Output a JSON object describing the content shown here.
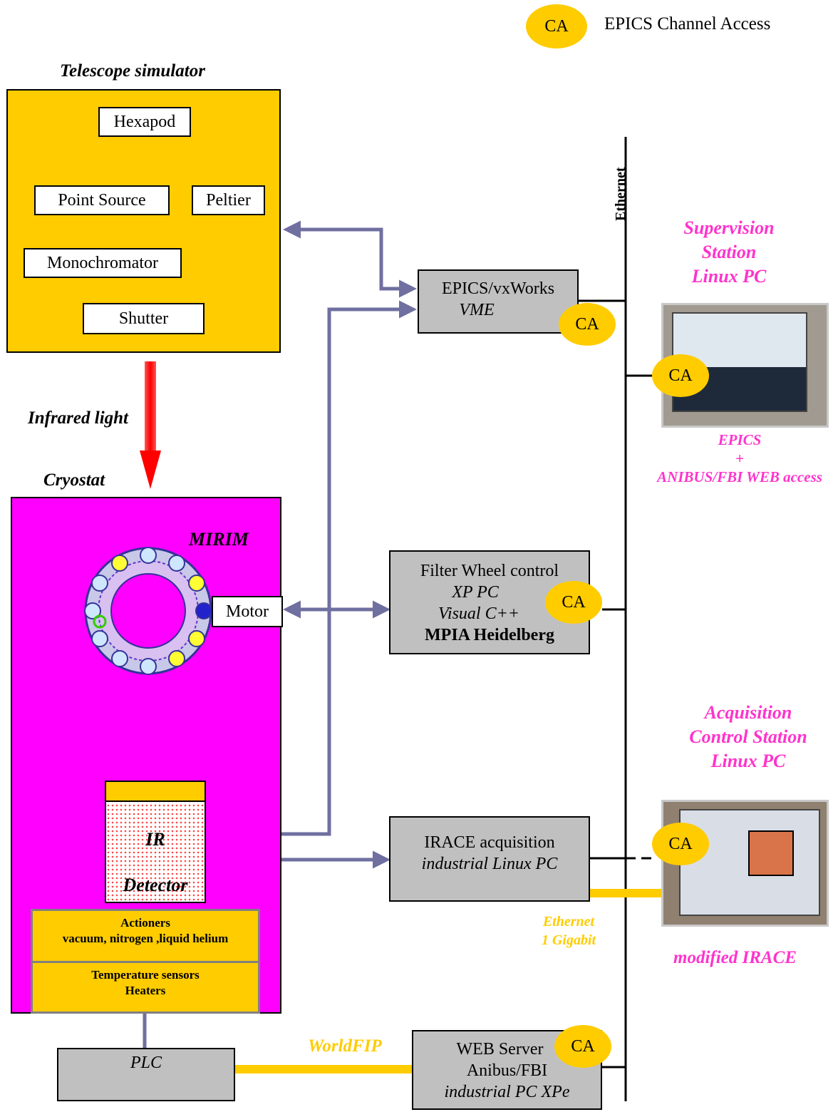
{
  "legend": {
    "ca_label": "CA",
    "text": "EPICS Channel Access"
  },
  "telescope": {
    "title": "Telescope simulator",
    "hexapod": "Hexapod",
    "point_source": "Point Source",
    "peltier": "Peltier",
    "monochromator": "Monochromator",
    "shutter": "Shutter"
  },
  "infrared_light": "Infrared light",
  "cryostat": {
    "title": "Cryostat",
    "mirim": "MIRIM",
    "motor": "Motor",
    "detector_line1": "IR",
    "detector_line2": "Detector",
    "actioners_title": "Actioners",
    "actioners_sub": "vacuum, nitrogen ,liquid helium",
    "temp_line1": "Temperature sensors",
    "temp_line2": "Heaters"
  },
  "plc": "PLC",
  "worldfip": "WorldFIP",
  "epics_vme": {
    "line1": "EPICS/vxWorks",
    "line2": "VME",
    "ca": "CA"
  },
  "filter_wheel": {
    "line1": "Filter Wheel control",
    "line2": "XP PC",
    "line3": "Visual C++",
    "line4": "MPIA Heidelberg",
    "ca": "CA"
  },
  "irace": {
    "line1": "IRACE acquisition",
    "line2": "industrial Linux PC"
  },
  "web_server": {
    "line1": "WEB Server",
    "line2": "Anibus/FBI",
    "line3": "industrial PC  XPe",
    "ca": "CA"
  },
  "ethernet": "Ethernet",
  "ethernet_gigabit": {
    "line1": "Ethernet",
    "line2": "1 Gigabit"
  },
  "supervision": {
    "line1": "Supervision",
    "line2": "Station",
    "line3": "Linux PC",
    "ca": "CA",
    "caption_line1": "EPICS",
    "caption_line2": "+",
    "caption_line3": "ANIBUS/FBI WEB access"
  },
  "acquisition": {
    "line1": "Acquisition",
    "line2": "Control Station",
    "line3": "Linux PC",
    "ca": "CA",
    "caption": "modified IRACE"
  },
  "colors": {
    "gold": "#ffcc00",
    "magenta": "#ff00ff",
    "gray": "#c0c0c0",
    "wire": "#6f6fa0",
    "blue_arrow": "#1a1ad0",
    "red_arrow": "#ff0000"
  }
}
